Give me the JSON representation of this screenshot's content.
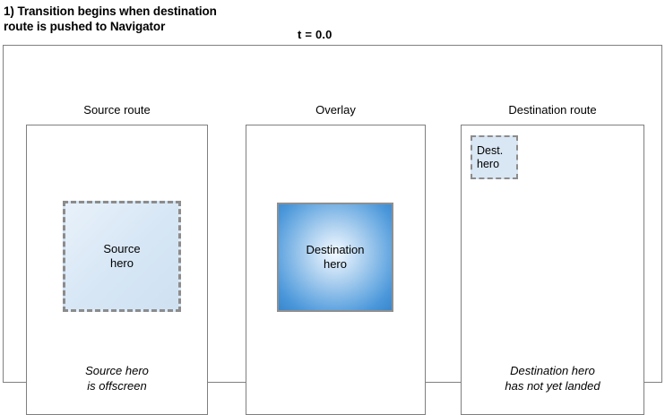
{
  "header": {
    "step_title": "1) Transition begins when destination\nroute is pushed to Navigator",
    "time_label": "t = 0.0"
  },
  "panels": [
    {
      "id": "source",
      "title": "Source route",
      "hero": {
        "label": "Source\nhero",
        "style": "dashed",
        "fill": "#d6e6f5",
        "border": "#8c8c8c"
      },
      "caption": "Source hero\nis offscreen"
    },
    {
      "id": "overlay",
      "title": "Overlay",
      "hero": {
        "label": "Destination\nhero",
        "style": "solid",
        "fill": "#4b97da",
        "fill_center": "#f2f8fd",
        "border": "#8f8f8f"
      },
      "caption": ""
    },
    {
      "id": "destination",
      "title": "Destination route",
      "hero": {
        "label": "Dest.\nhero",
        "style": "dashed",
        "fill": "#d9e6f3",
        "border": "#8c8c8c"
      },
      "caption": "Destination hero\nhas not yet landed"
    }
  ],
  "colors": {
    "frame_border": "#808080",
    "panel_border": "#7f7f7f",
    "background": "#ffffff",
    "text": "#000000"
  }
}
